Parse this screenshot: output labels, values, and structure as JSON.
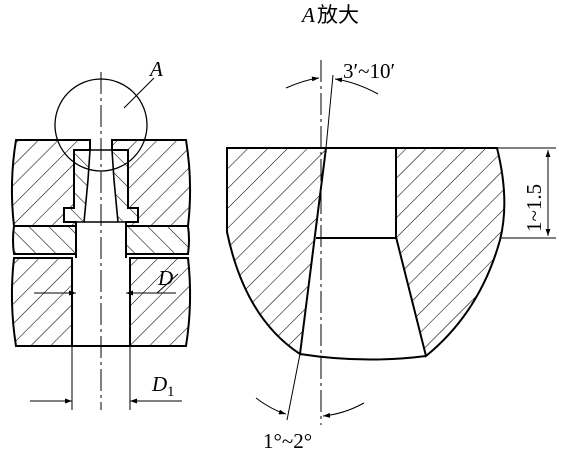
{
  "left_view": {
    "detail_marker": "A",
    "dim_d_symbol": "D",
    "dim_d1_symbol": "D",
    "dim_d1_subscript": "1"
  },
  "right_view": {
    "title_letter": "A",
    "title_text": "放大",
    "top_angle_label": "3′~10′",
    "bottom_angle_label": "1°~2°",
    "depth_label": "1~1.5"
  }
}
